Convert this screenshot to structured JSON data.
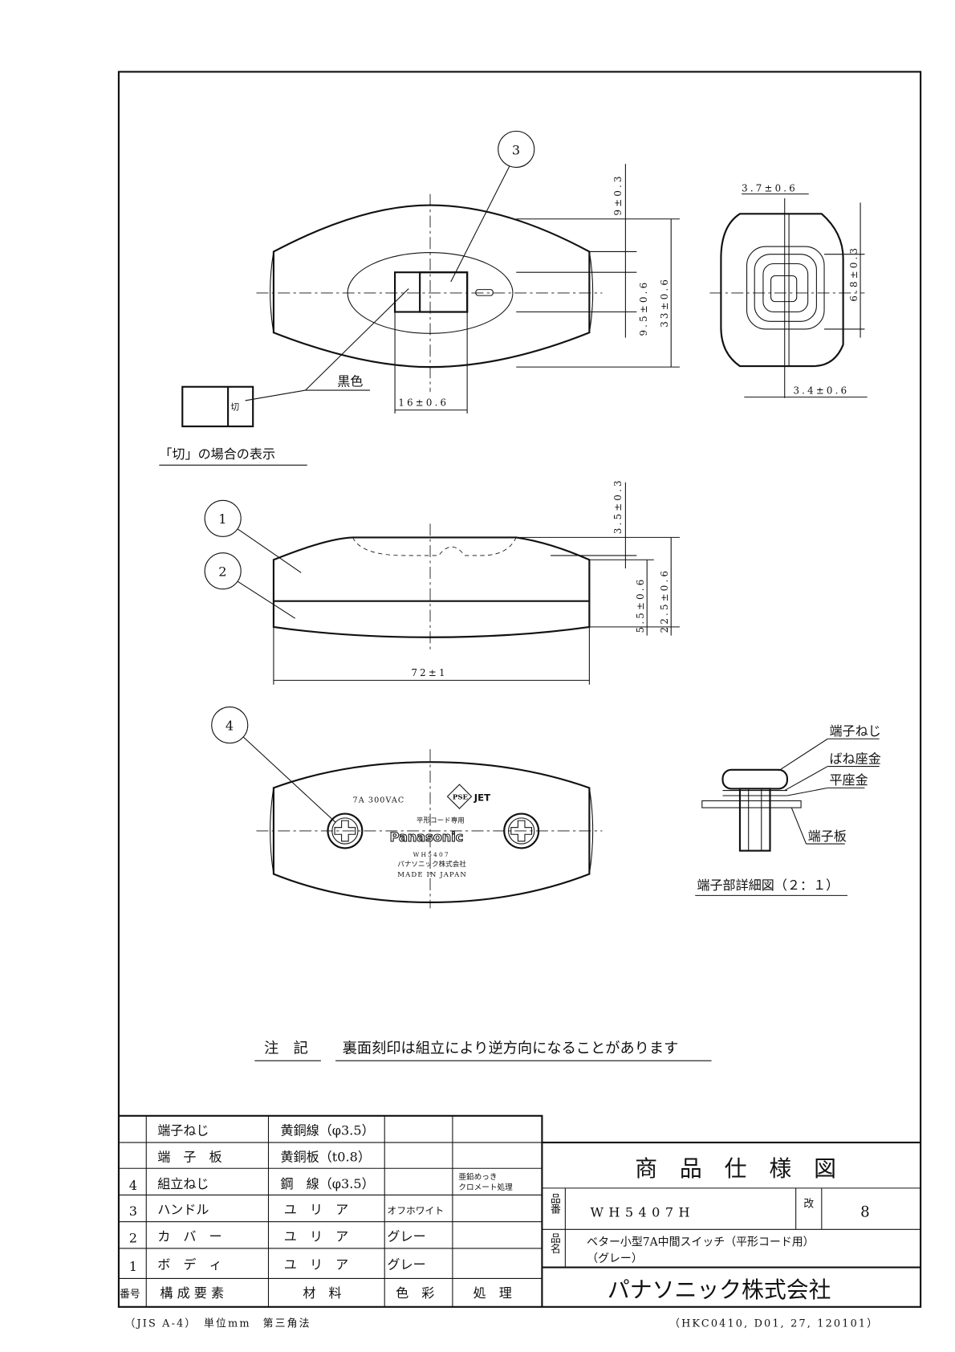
{
  "drawing": {
    "balloons": [
      "1",
      "2",
      "3",
      "4"
    ],
    "top_view": {
      "label_black": "黒色",
      "off_caption": "「切」の場合の表示",
      "off_mark": "切",
      "dims": {
        "height_9": "9±0.3",
        "height_9_5": "9.5±0.6",
        "height_33": "33±0.6",
        "width_16": "16±0.6"
      }
    },
    "side_view": {
      "dims": {
        "w_3_7": "3.7±0.6",
        "h_6_8": "6.8±0.3",
        "w_3_4": "3.4±0.6"
      }
    },
    "front_view": {
      "dims": {
        "h_3_5": "3.5±0.3",
        "h_5_5": "5.5±0.6",
        "h_22_5": "22.5±0.6",
        "length_72": "72±1"
      }
    },
    "bottom_view": {
      "rating": "7A 300VAC",
      "cord": "平形コード専用",
      "brand": "Panasonic",
      "model": "WH5407",
      "maker": "パナソニック株式会社",
      "origin": "MADE IN JAPAN",
      "ps_mark": "PSE",
      "jet_mark": "JET"
    },
    "terminal_detail": {
      "screw": "端子ねじ",
      "spring_washer": "ばね座金",
      "flat_washer": "平座金",
      "plate": "端子板",
      "caption": "端子部詳細図（２：１）"
    }
  },
  "note": {
    "label": "注　記",
    "text": "裏面刻印は組立により逆方向になることがあります"
  },
  "parts_table": {
    "header": {
      "no": "番号",
      "part": "構 成 要 素",
      "material": "材　料",
      "color": "色　彩",
      "treatment": "処　理"
    },
    "rows": [
      {
        "no": "",
        "part": "端子ねじ",
        "material": "黄銅線（φ3.5）",
        "color": "",
        "treatment": ""
      },
      {
        "no": "",
        "part": "端　子　板",
        "material": "黄銅板（t0.8）",
        "color": "",
        "treatment": ""
      },
      {
        "no": "4",
        "part": "組立ねじ",
        "material": "鋼　線（φ3.5）",
        "color": "",
        "treatment": "亜鉛めっき",
        "treatment2": "クロメート処理"
      },
      {
        "no": "3",
        "part": "ハンドル",
        "material": "ユ　リ　ア",
        "color": "オフホワイト",
        "treatment": ""
      },
      {
        "no": "2",
        "part": "カ　バ　ー",
        "material": "ユ　リ　ア",
        "color": "グレー",
        "treatment": ""
      },
      {
        "no": "1",
        "part": "ボ　デ　ィ",
        "material": "ユ　リ　ア",
        "color": "グレー",
        "treatment": ""
      }
    ]
  },
  "title_block": {
    "title": "商　品　仕　様　図",
    "part_no_label": "品番",
    "part_no": "WH5407H",
    "rev_label": "改",
    "rev": "8",
    "name_label": "品名",
    "name": "ベター小型7A中間スイッチ（平形コード用）",
    "name2": "（グレー）",
    "company": "パナソニック株式会社"
  },
  "footer": {
    "left": "（JIS A-4）　単位mm　第三角法",
    "right": "（HKC0410, D01, 27, 120101）"
  }
}
